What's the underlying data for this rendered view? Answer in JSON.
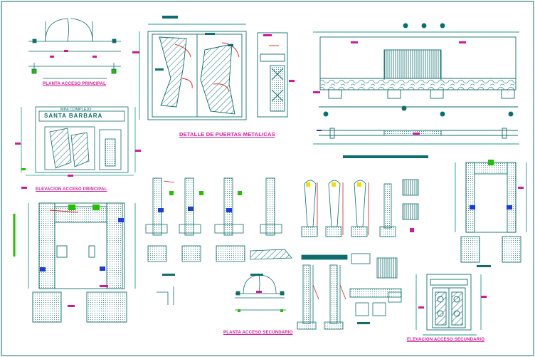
{
  "titles": {
    "planta_acceso_principal": "PLANTA ACCESO PRINCIPAL",
    "detalle_puertas_metalicas": "DETALLE DE PUERTAS METALICAS",
    "elevacion_acceso_principal": "ELEVACION ACCESO PRINCIPAL",
    "planta_acceso_secundario": "PLANTA ACCESO SECUNDARIO",
    "elevacion_acceso_secundario": "ELEVACION ACCESO SECUNDARIO"
  },
  "signage": {
    "line1": "MINI COMPLEJO",
    "line2": "SANTA BARBARA"
  },
  "colors": {
    "line": "#0e6e6e",
    "dim": "#1a9c8a",
    "magenta": "#d4189a",
    "red": "#d81e1e",
    "green": "#22c000",
    "blue": "#1c3cdc",
    "yellow": "#f0e000"
  }
}
